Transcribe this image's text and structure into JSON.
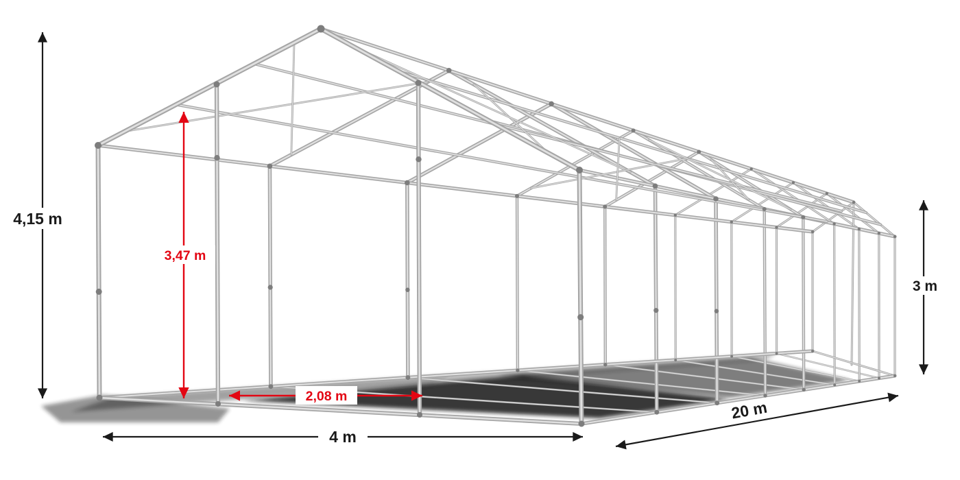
{
  "dimensions": {
    "total_height": "4,15 m",
    "inner_height": "3,47 m",
    "entrance_width": "2,08 m",
    "width": "4 m",
    "length": "20 m",
    "side_height": "3 m"
  },
  "colors": {
    "background": "#ffffff",
    "dimension_primary": "#1a1a1a",
    "dimension_accent": "#e30613",
    "frame_tube": "#a6a6a6",
    "frame_highlight": "#e0e0e0",
    "frame_joint": "#7d7d7d",
    "shadow": "#141414"
  }
}
